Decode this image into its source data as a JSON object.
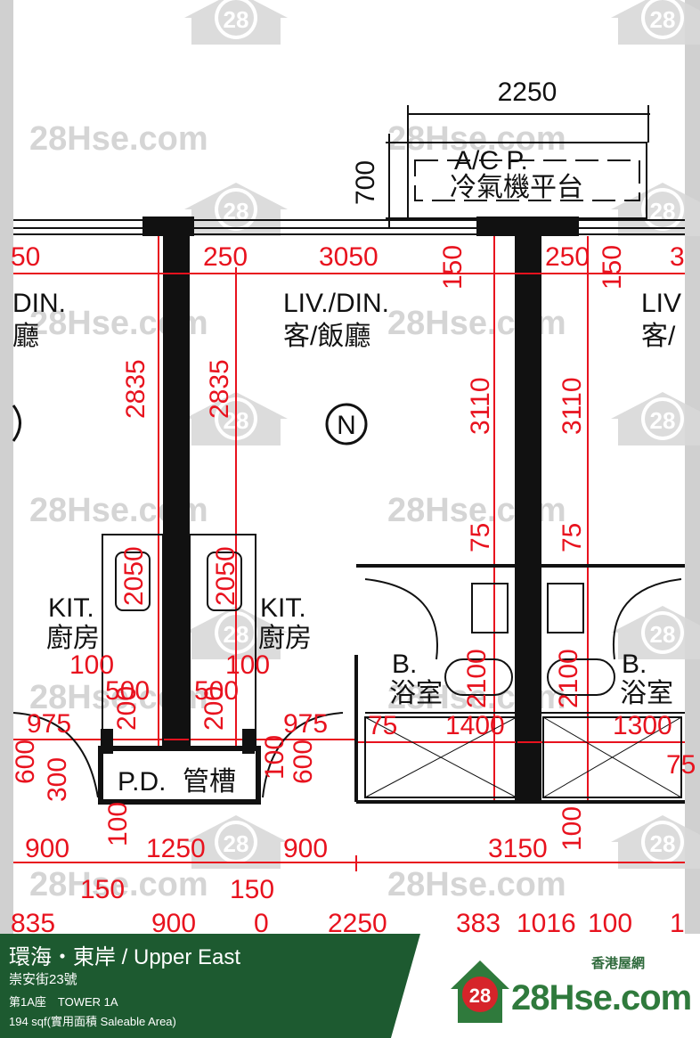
{
  "watermark": {
    "text": "28Hse.com",
    "badge": "28"
  },
  "plan": {
    "ac_platform": {
      "en": "A/C P.",
      "cn": "冷氣機平台",
      "width": "2250",
      "depth": "700"
    },
    "rooms": {
      "liv_left_en": "DIN.",
      "liv_left_cn": "廳",
      "liv_center_en": "LIV./DIN.",
      "liv_center_cn": "客/飯廳",
      "liv_right_en": "LIV",
      "liv_right_cn": "客/",
      "kit_left_en": "KIT.",
      "kit_left_cn": "廚房",
      "kit_right_en": "KIT.",
      "kit_right_cn": "廚房",
      "bath_left_en": "B.",
      "bath_left_cn": "浴室",
      "bath_right_en": "B.",
      "bath_right_cn": "浴室",
      "pd_en": "P.D.",
      "pd_cn": "管槽"
    },
    "north_symbol": "N",
    "dimensions": {
      "d_50": "50",
      "d_250a": "250",
      "d_3050": "3050",
      "d_150a": "150",
      "d_250b": "250",
      "d_150b": "150",
      "d_3": "3",
      "d_2835a": "2835",
      "d_2835b": "2835",
      "d_3110a": "3110",
      "d_3110b": "3110",
      "d_75a": "75",
      "d_75b": "75",
      "d_2050a": "2050",
      "d_2050b": "2050",
      "d_100a": "100",
      "d_100b": "100",
      "d_500a": "500",
      "d_500b": "500",
      "d_200a": "200",
      "d_200b": "200",
      "d_975a": "975",
      "d_975b": "975",
      "d_600a": "600",
      "d_300": "300",
      "d_600b": "600",
      "d_100c": "100",
      "d_75c": "75",
      "d_1400": "1400",
      "d_1300": "1300",
      "d_2100a": "2100",
      "d_2100b": "2100",
      "d_75d": "75",
      "d_100d": "100",
      "d_100e": "100",
      "d_900a": "900",
      "d_1250": "1250",
      "d_900b": "900",
      "d_3150": "3150",
      "d_150c": "150",
      "d_150d": "150",
      "d_835": "835",
      "d_900c": "900",
      "d_0": "0",
      "d_2250b": "2250",
      "d_383": "383",
      "d_1016": "1016",
      "d_100f": "100",
      "d_1": "1"
    }
  },
  "footer": {
    "title": "環海・東岸 / Upper East",
    "address": "崇安街23號",
    "tower": "第1A座　TOWER 1A",
    "area": "194 sqf(實用面積 Saleable Area)",
    "brand_cn": "香港屋網",
    "brand": "28Hse.com",
    "brand_badge": "28",
    "colors": {
      "green": "#1d5a30",
      "brand_green": "#2f7a3c",
      "red": "#d6242a"
    }
  }
}
